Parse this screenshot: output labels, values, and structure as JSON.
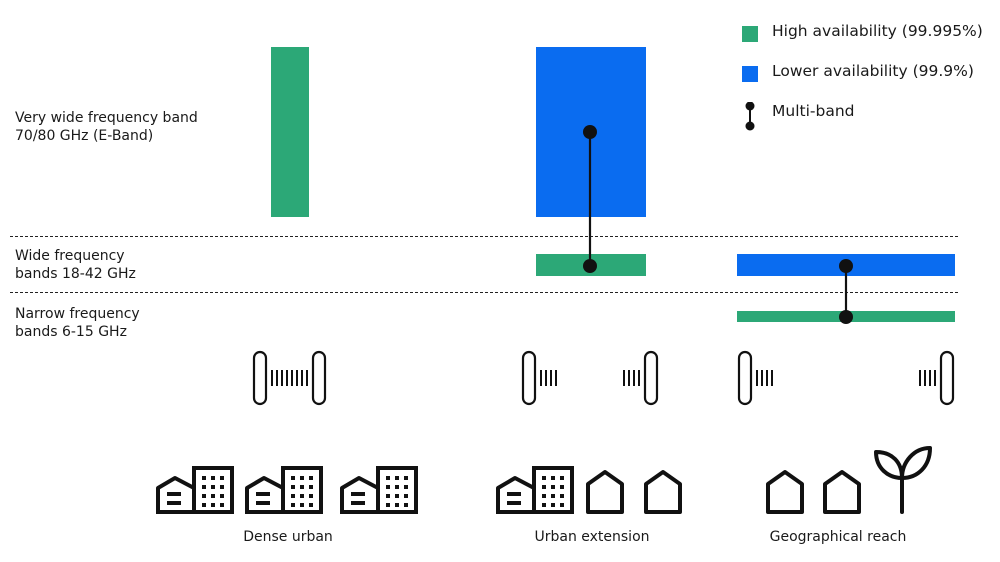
{
  "colors": {
    "high": "#2ca877",
    "lower": "#0a6cf0",
    "ink": "#111111"
  },
  "legend": [
    {
      "label": "High availability (99.995%)",
      "color": "#2ca877",
      "icon": "green-square-swatch"
    },
    {
      "label": "Lower availability (99.9%)",
      "color": "#0a6cf0",
      "icon": "blue-square-swatch"
    },
    {
      "label": "Multi-band",
      "icon": "multi-band-connector-icon"
    }
  ],
  "bands": {
    "very_wide": {
      "line1": "Very wide frequency band",
      "line2": "70/80 GHz (E-Band)"
    },
    "wide": {
      "line1": "Wide frequency",
      "line2": "bands 18-42 GHz"
    },
    "narrow": {
      "line1": "Narrow frequency",
      "line2": "bands 6-15 GHz"
    }
  },
  "scenarios": [
    {
      "label": "Dense urban"
    },
    {
      "label": "Urban extension"
    },
    {
      "label": "Geographical reach"
    }
  ]
}
